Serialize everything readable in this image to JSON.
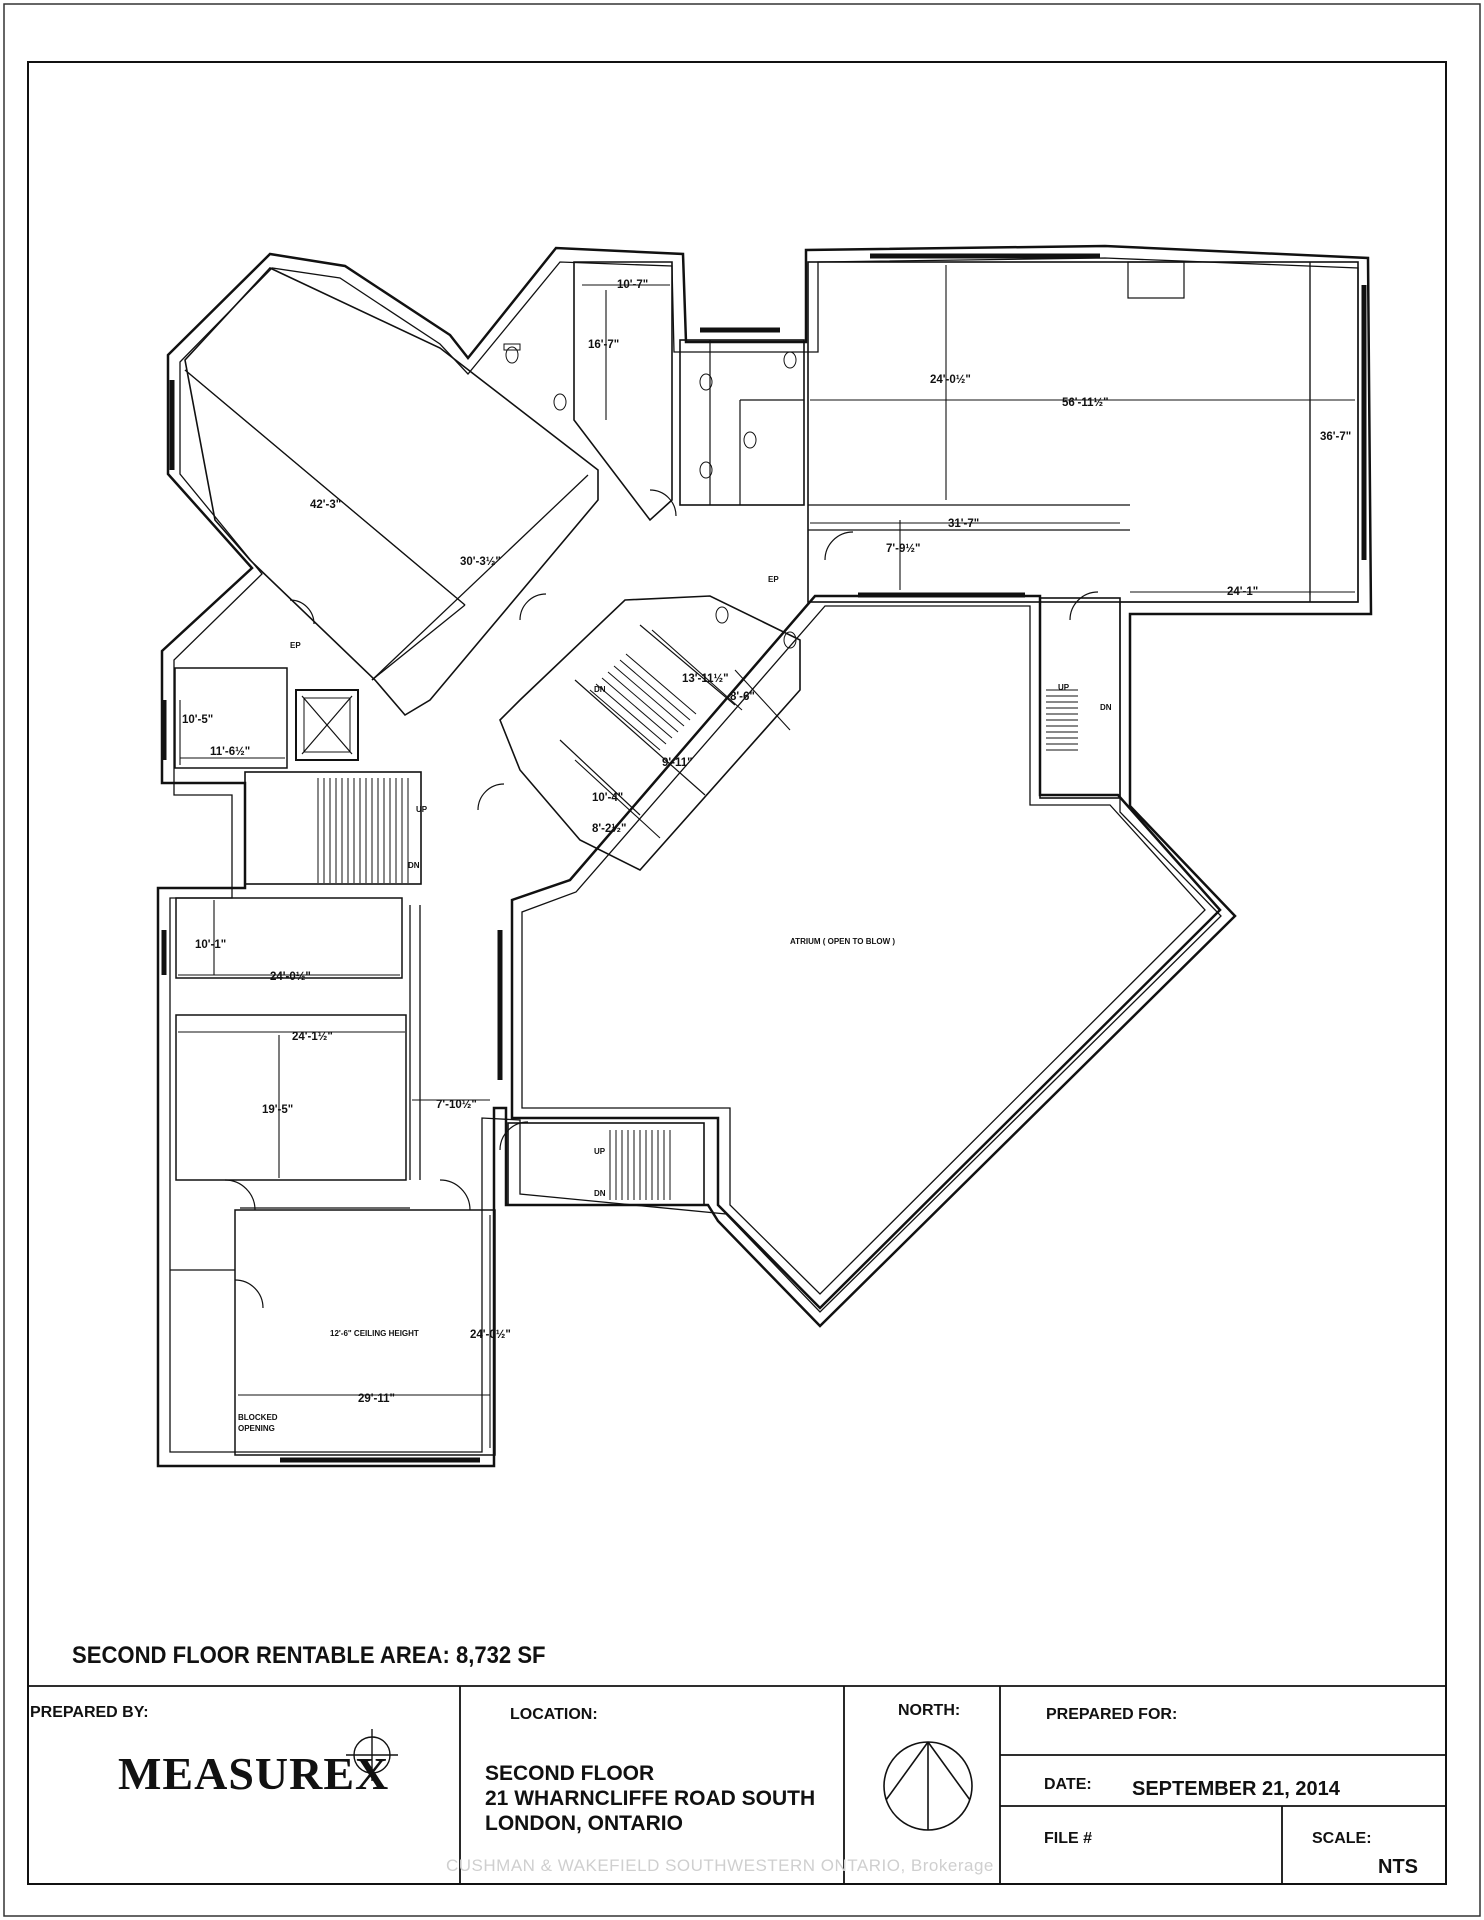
{
  "plan": {
    "dimensions": [
      {
        "id": "d1",
        "text": "10'-7\""
      },
      {
        "id": "d2",
        "text": "16'-7\""
      },
      {
        "id": "d3",
        "text": "42'-3\""
      },
      {
        "id": "d4",
        "text": "30'-3½\""
      },
      {
        "id": "d5",
        "text": "24'-0½\""
      },
      {
        "id": "d6",
        "text": "56'-11½\""
      },
      {
        "id": "d7",
        "text": "36'-7\""
      },
      {
        "id": "d8",
        "text": "31'-7\""
      },
      {
        "id": "d9",
        "text": "7'-9½\""
      },
      {
        "id": "d10",
        "text": "24'-1\""
      },
      {
        "id": "d11",
        "text": "13'-11½\""
      },
      {
        "id": "d12",
        "text": "8'-6\""
      },
      {
        "id": "d13",
        "text": "9'-11\""
      },
      {
        "id": "d14",
        "text": "10'-4\""
      },
      {
        "id": "d15",
        "text": "8'-2½\""
      },
      {
        "id": "d16",
        "text": "10'-5\""
      },
      {
        "id": "d17",
        "text": "11'-6½\""
      },
      {
        "id": "d18",
        "text": "10'-1\""
      },
      {
        "id": "d19",
        "text": "24'-0½\""
      },
      {
        "id": "d20",
        "text": "24'-1½\""
      },
      {
        "id": "d21",
        "text": "19'-5\""
      },
      {
        "id": "d22",
        "text": "7'-10½\""
      },
      {
        "id": "d23",
        "text": "24'-0½\""
      },
      {
        "id": "d24",
        "text": "29'-11\""
      }
    ],
    "labels": {
      "atrium": "ATRIUM ( OPEN TO BLOW )",
      "ceiling": "12'-6\" CEILING HEIGHT",
      "blocked1": "BLOCKED",
      "blocked2": "OPENING",
      "ep1": "EP",
      "ep2": "EP",
      "up1": "UP",
      "dn1": "DN",
      "up2": "UP",
      "dn2": "DN",
      "up3": "UP",
      "dn3": "DN",
      "dn4": "DN"
    }
  },
  "area_text": "SECOND FLOOR RENTABLE AREA: 8,732 SF",
  "title_block": {
    "prepared_by_label": "PREPARED BY:",
    "logo_text": "MEASUREX",
    "location_label": "LOCATION:",
    "location_lines": [
      "SECOND FLOOR",
      "21 WHARNCLIFFE ROAD SOUTH",
      "LONDON, ONTARIO"
    ],
    "north_label": "NORTH:",
    "prepared_for_label": "PREPARED FOR:",
    "date_label": "DATE:",
    "date_value": "SEPTEMBER 21, 2014",
    "file_label": "FILE #",
    "scale_label": "SCALE:",
    "scale_value": "NTS"
  },
  "watermark": "CUSHMAN & WAKEFIELD SOUTHWESTERN ONTARIO, Brokerage"
}
